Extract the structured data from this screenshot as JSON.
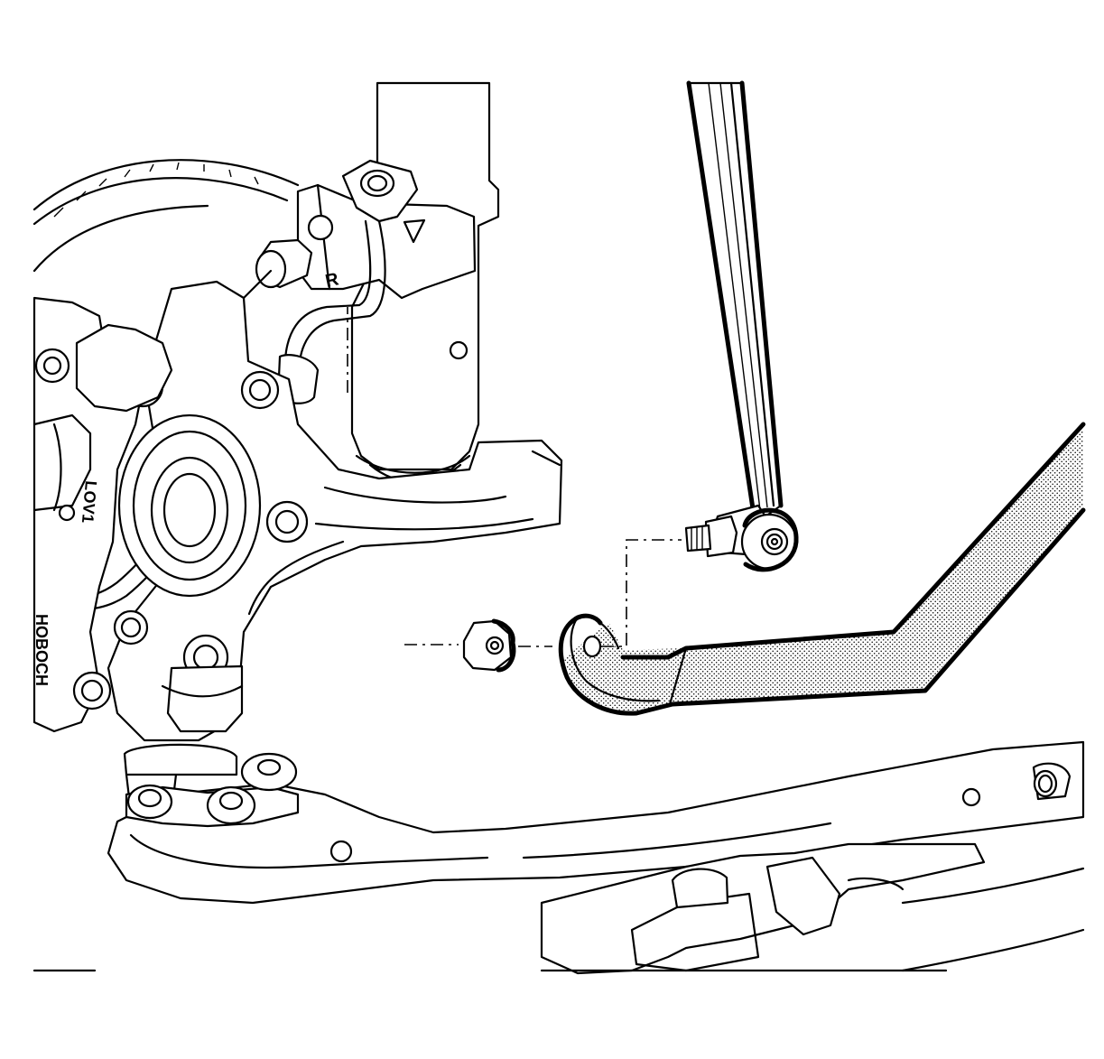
{
  "figure": {
    "labels": {
      "strut_letter": "R",
      "caliper_mark_upper": "LOV1",
      "caliper_mark_lower": "HOBOCH"
    }
  }
}
